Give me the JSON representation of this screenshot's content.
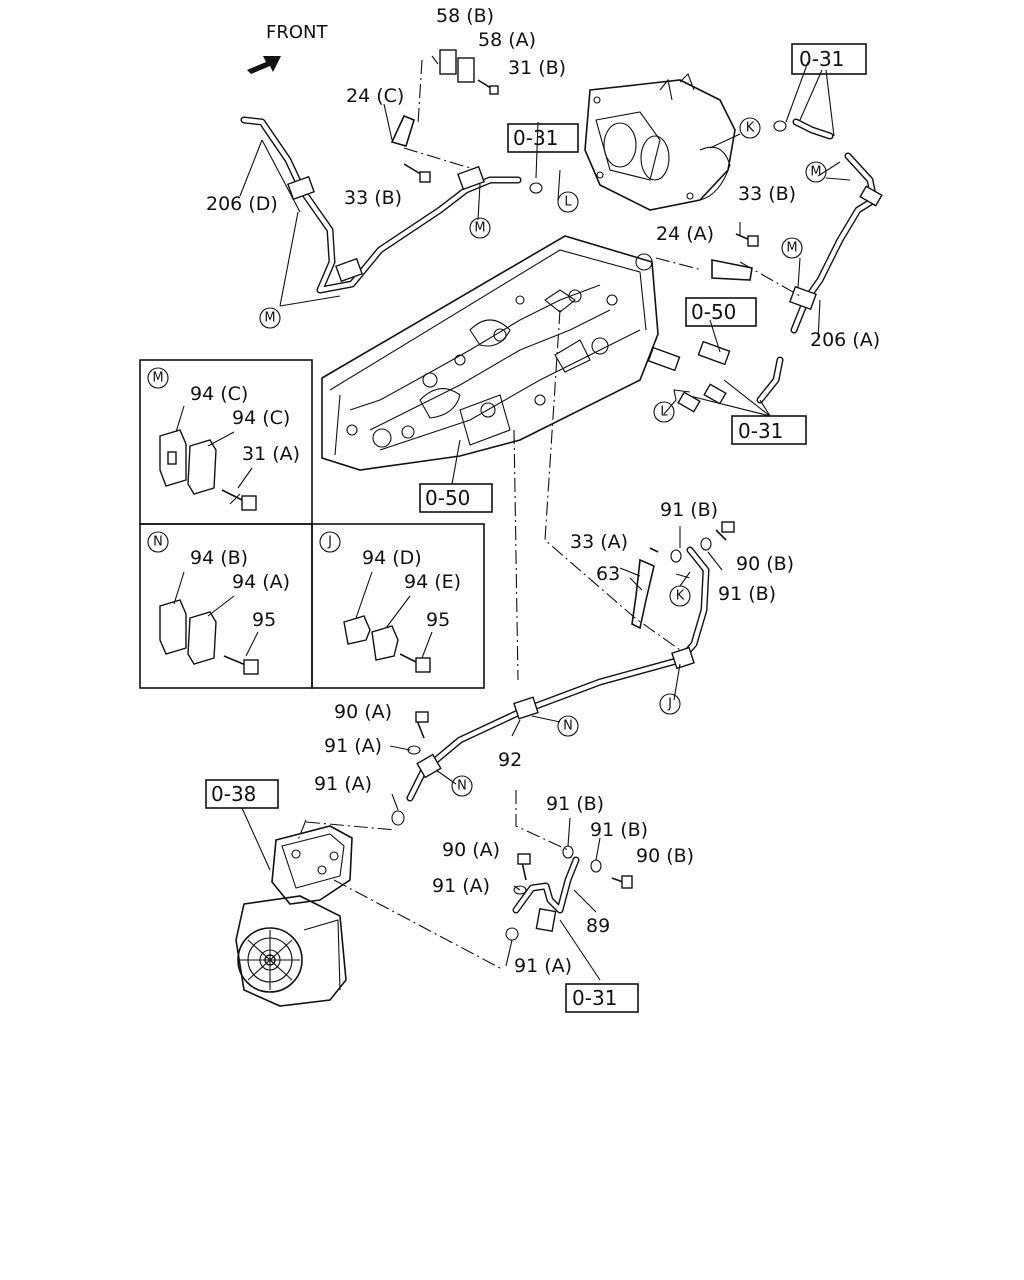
{
  "header": {
    "front_label": "FRONT"
  },
  "ref_boxes": {
    "r1": "0-31",
    "r2": "0-31",
    "r3": "0-50",
    "r4": "0-31",
    "r5": "0-50",
    "r6": "0-38",
    "r7": "0-31"
  },
  "labels": {
    "l58b": "58 (B)",
    "l58a": "58 (A)",
    "l31b": "31 (B)",
    "l24c": "24 (C)",
    "l206d": "206 (D)",
    "l33b_1": "33 (B)",
    "l33b_2": "33 (B)",
    "l24a": "24 (A)",
    "l206a": "206 (A)",
    "l94c_1": "94 (C)",
    "l94c_2": "94 (C)",
    "l31a": "31 (A)",
    "l94b": "94 (B)",
    "l94a": "94 (A)",
    "l95_1": "95",
    "l94d": "94 (D)",
    "l94e": "94 (E)",
    "l95_2": "95",
    "l91b_1": "91 (B)",
    "l33a": "33 (A)",
    "l90b_1": "90 (B)",
    "l63": "63",
    "l91b_2": "91 (B)",
    "l90a_1": "90 (A)",
    "l91a_1": "91 (A)",
    "l91a_2": "91 (A)",
    "l92": "92",
    "l91b_3": "91 (B)",
    "l91b_4": "91 (B)",
    "l90a_2": "90 (A)",
    "l90b_2": "90 (B)",
    "l91a_3": "91 (A)",
    "l89": "89",
    "l91a_4": "91 (A)"
  },
  "callouts": {
    "M": "M",
    "L": "L",
    "K": "K",
    "N": "N",
    "J": "J"
  },
  "inset_panels": {
    "M": {
      "letter": "M"
    },
    "N": {
      "letter": "N"
    },
    "J": {
      "letter": "J"
    }
  }
}
